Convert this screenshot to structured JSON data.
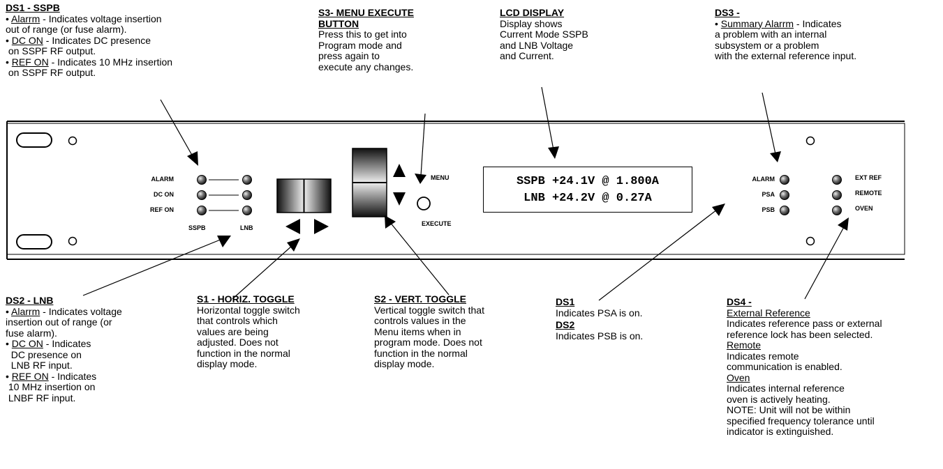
{
  "callouts": {
    "ds1_sspb": {
      "title": "DS1 - SSPB",
      "lines": [
        [
          "• ",
          "Alarrm",
          " - Indicates voltage insertion"
        ],
        [
          "out of range (or fuse alarm).",
          "",
          ""
        ],
        [
          "• ",
          "DC ON",
          " - Indicates DC presence"
        ],
        [
          " on SSPF RF output.",
          "",
          ""
        ],
        [
          "• ",
          "REF ON",
          " - Indicates 10 MHz insertion"
        ],
        [
          " on SSPF RF output.",
          "",
          ""
        ]
      ]
    },
    "s3_menu": {
      "title_line1": "S3- MENU EXECUTE",
      "title_line2": "BUTTON",
      "lines": [
        "Press this to get into",
        "Program mode and",
        "press again to",
        "execute any changes."
      ]
    },
    "lcd_display": {
      "title": "LCD DISPLAY",
      "lines": [
        "Display shows",
        "Current Mode SSPB",
        "and LNB Voltage",
        "and Current."
      ]
    },
    "ds3": {
      "title": "DS3 -",
      "lines": [
        [
          "• ",
          "Summary Alarrm",
          " - Indicates"
        ],
        [
          "a problem with an internal",
          "",
          ""
        ],
        [
          "subsystem or a problem",
          "",
          ""
        ],
        [
          "with the external reference input.",
          "",
          ""
        ]
      ]
    },
    "ds2_lnb": {
      "title": "DS2 - LNB",
      "lines": [
        [
          "• ",
          "Alarrm",
          " - Indicates voltage"
        ],
        [
          "insertion out of range (or",
          "",
          ""
        ],
        [
          "fuse alarm).",
          "",
          ""
        ],
        [
          "• ",
          "DC ON",
          " - Indicates"
        ],
        [
          "  DC presence on",
          "",
          ""
        ],
        [
          "  LNB RF input.",
          "",
          ""
        ],
        [
          "• ",
          "REF ON",
          " - Indicates"
        ],
        [
          " 10 MHz insertion on",
          "",
          ""
        ],
        [
          " LNBF RF input.",
          "",
          ""
        ]
      ]
    },
    "s1_horiz": {
      "title": "S1 - HORIZ. TOGGLE",
      "lines": [
        "Horizontal toggle switch",
        "that controls which",
        "values are being",
        "adjusted. Does not",
        "function in the normal",
        "display mode."
      ]
    },
    "s2_vert": {
      "title": "S2 - VERT. TOGGLE",
      "lines": [
        "Vertical toggle switch that",
        "controls values in the",
        "Menu items when in",
        "program mode. Does not",
        "function in the normal",
        "display mode."
      ]
    },
    "ds1_ds2_psa": {
      "title1": "DS1",
      "text1": "Indicates PSA is on.",
      "title2": "DS2",
      "text2": "Indicates PSB is on."
    },
    "ds4": {
      "title": "DS4 -",
      "sections": [
        {
          "heading": "External Reference",
          "lines": [
            "Indicates reference pass or external",
            "reference lock has been selected."
          ]
        },
        {
          "heading": "Remote",
          "lines": [
            "Indicates remote",
            "communication is enabled."
          ]
        },
        {
          "heading": "Oven",
          "lines": [
            "Indicates internal reference",
            "oven is actively heating.",
            "NOTE: Unit will not be within",
            "specified frequency tolerance until",
            "indicator is extinguished."
          ]
        }
      ]
    }
  },
  "panel": {
    "left_led_labels": [
      "ALARM",
      "DC ON",
      "REF ON"
    ],
    "sspb_label": "SSPB",
    "lnb_label": "LNB",
    "menu_label": "MENU",
    "execute_label": "EXECUTE",
    "lcd_line1": "SSPB +24.1V @ 1.800A",
    "lcd_line2": "LNB +24.2V @ 0.27A",
    "right_led_labels_left": [
      "ALARM",
      "PSA",
      "PSB"
    ],
    "right_led_labels_right": [
      "EXT REF",
      "REMOTE",
      "OVEN"
    ]
  }
}
